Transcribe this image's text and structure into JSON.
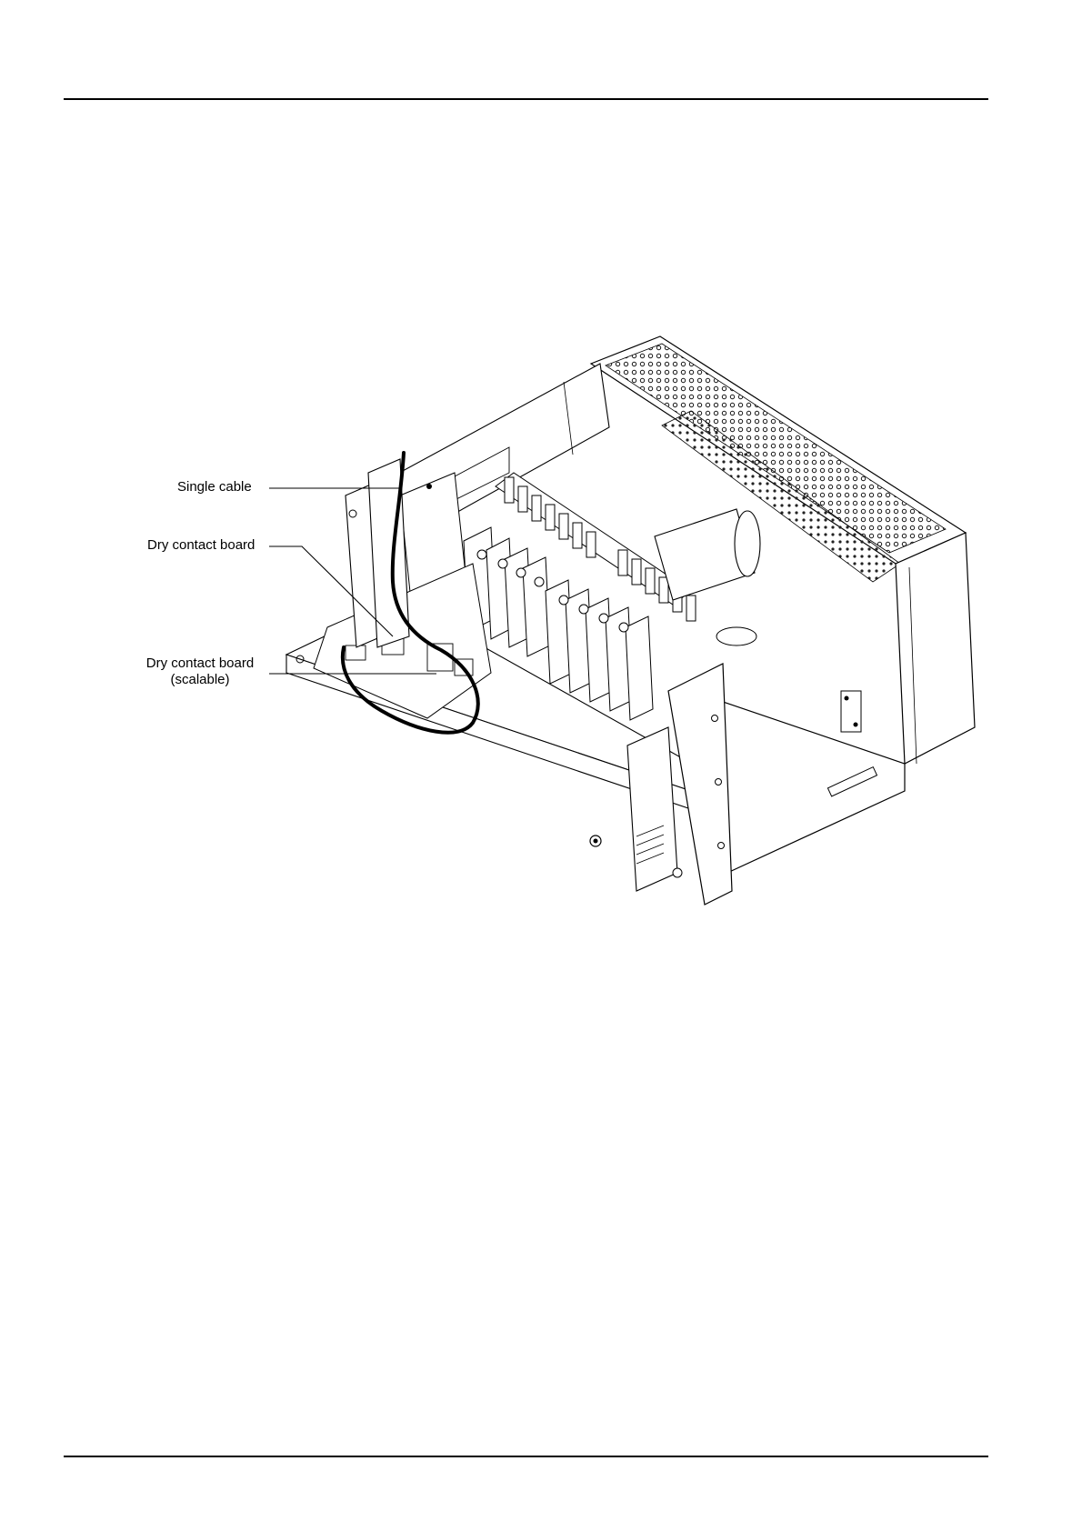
{
  "figure": {
    "callouts": {
      "single_cable": "Single cable",
      "dry_contact_board": "Dry contact board",
      "dry_contact_board_scalable_line1": "Dry contact board",
      "dry_contact_board_scalable_line2": "(scalable)"
    }
  }
}
